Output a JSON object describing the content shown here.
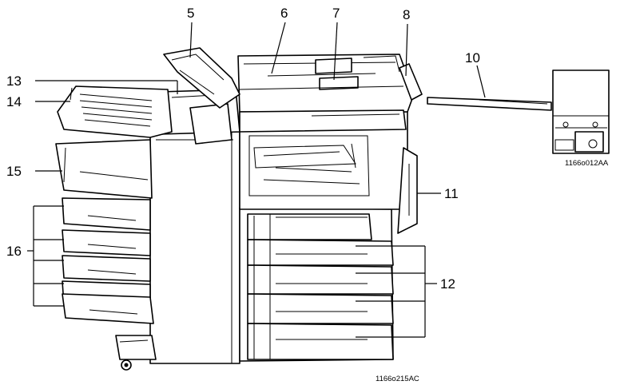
{
  "callouts": [
    {
      "id": "5",
      "text": "5"
    },
    {
      "id": "6",
      "text": "6"
    },
    {
      "id": "7",
      "text": "7"
    },
    {
      "id": "8",
      "text": "8"
    },
    {
      "id": "10",
      "text": "10"
    },
    {
      "id": "11",
      "text": "11"
    },
    {
      "id": "12",
      "text": "12"
    },
    {
      "id": "13",
      "text": "13"
    },
    {
      "id": "14",
      "text": "14"
    },
    {
      "id": "15",
      "text": "15"
    },
    {
      "id": "16",
      "text": "16"
    }
  ],
  "figure_codes": {
    "inset": "1166o012AA",
    "main": "1166o215AC"
  }
}
